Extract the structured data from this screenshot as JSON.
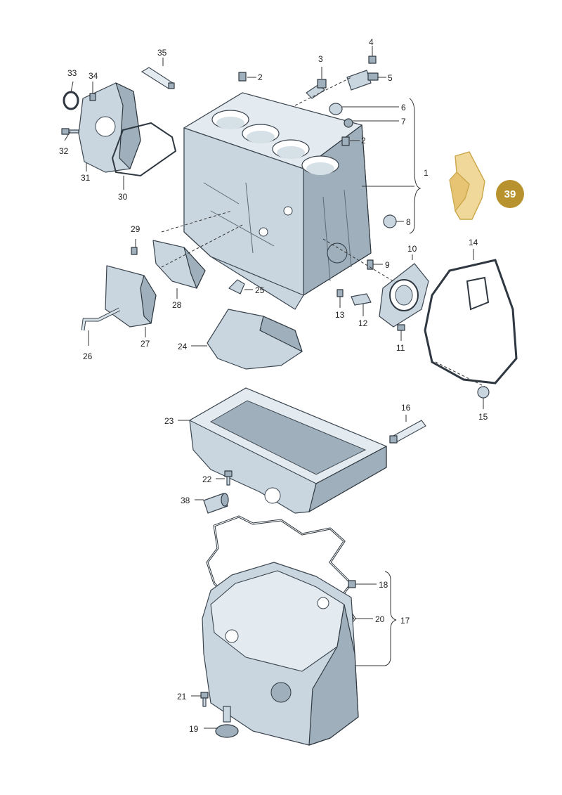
{
  "diagram": {
    "callouts": {
      "c1": "1",
      "c2a": "2",
      "c2b": "2",
      "c3": "3",
      "c4": "4",
      "c5": "5",
      "c6": "6",
      "c7": "7",
      "c8": "8",
      "c9": "9",
      "c10": "10",
      "c11": "11",
      "c12": "12",
      "c13": "13",
      "c14": "14",
      "c15": "15",
      "c16": "16",
      "c17": "17",
      "c18": "18",
      "c19": "19",
      "c20": "20",
      "c21": "21",
      "c22": "22",
      "c23": "23",
      "c24": "24",
      "c25": "25",
      "c26": "26",
      "c27": "27",
      "c28": "28",
      "c29": "29",
      "c30": "30",
      "c31": "31",
      "c32": "32",
      "c33": "33",
      "c34": "34",
      "c35": "35",
      "c38": "38"
    },
    "highlight": {
      "label": "39",
      "color": "#b8922f"
    }
  }
}
